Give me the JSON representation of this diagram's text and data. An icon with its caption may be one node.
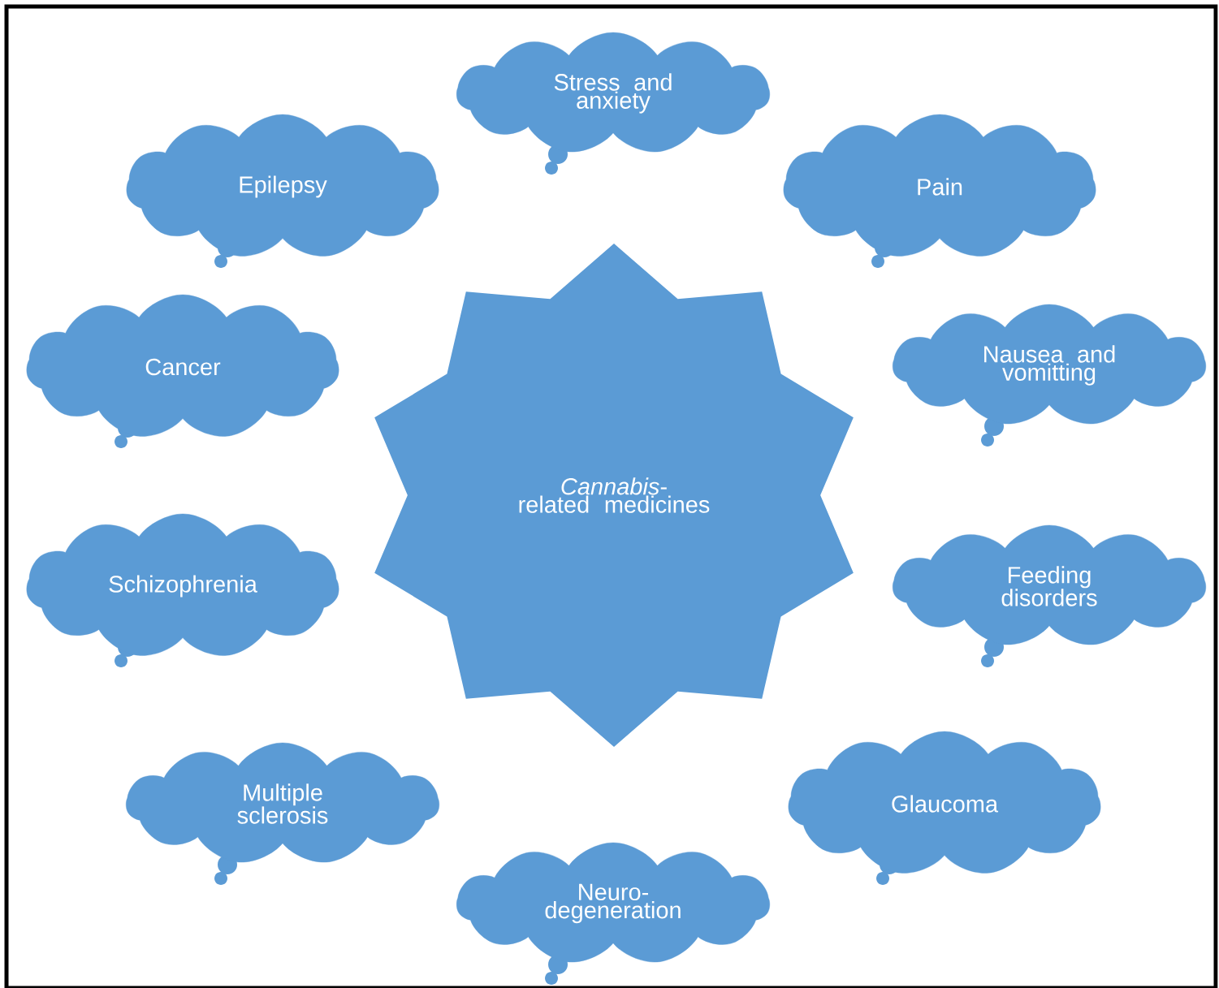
{
  "diagram": {
    "nodes": [
      {
        "text": [
          "Stress and anxiety"
        ]
      },
      {
        "text": [
          "Epilepsy"
        ]
      },
      {
        "text": [
          "Pain"
        ]
      },
      {
        "text": [
          "Cancer"
        ]
      },
      {
        "text": [
          "Nausea and vomitting"
        ]
      },
      {
        "text": [
          "*Cannabis*-related medicines"
        ]
      },
      {
        "text": [
          "Schizophrenia"
        ]
      },
      {
        "text": [
          "Feeding disorders"
        ]
      },
      {
        "text": [
          "Multiple sclerosis"
        ]
      },
      {
        "text": [
          "Glaucoma"
        ]
      },
      {
        "text": [
          "Neuro-degeneration"
        ]
      }
    ],
    "edges": []
  }
}
